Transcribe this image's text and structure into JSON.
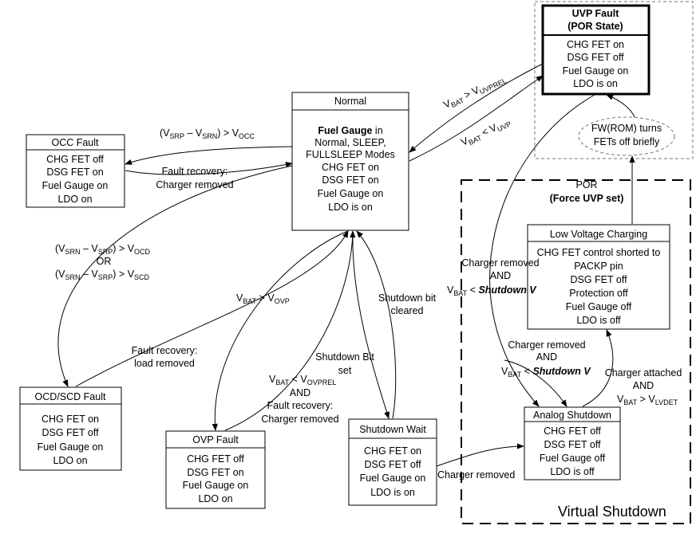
{
  "states": {
    "normal": {
      "title": "Normal",
      "line1_bold": "Fuel Gauge",
      "line1_rest": " in",
      "line2": "Normal, SLEEP,",
      "line3": "FULLSLEEP Modes",
      "line4": "CHG FET on",
      "line5": "DSG FET on",
      "line6": "Fuel Gauge on",
      "line7": "LDO is on"
    },
    "occ": {
      "title": "OCC Fault",
      "lines": [
        "CHG FET off",
        "DSG FET on",
        "Fuel Gauge on",
        "LDO on"
      ]
    },
    "ocd": {
      "title": "OCD/SCD Fault",
      "lines": [
        "CHG FET on",
        "DSG FET off",
        "Fuel Gauge on",
        "LDO on"
      ]
    },
    "ovp": {
      "title": "OVP Fault",
      "lines": [
        "CHG FET off",
        "DSG FET on",
        "Fuel Gauge on",
        "LDO on"
      ]
    },
    "shutdown_wait": {
      "title": "Shutdown Wait",
      "lines": [
        "CHG FET on",
        "DSG FET off",
        "Fuel Gauge on",
        "LDO is on"
      ]
    },
    "uvp": {
      "title1": "UVP Fault",
      "title2": "(POR State)",
      "lines": [
        "CHG FET on",
        "DSG FET off",
        "Fuel Gauge on",
        "LDO is on"
      ]
    },
    "low_voltage": {
      "title": "Low Voltage Charging",
      "lines": [
        "CHG FET control shorted to",
        "PACKP pin",
        "DSG FET off",
        "Protection off",
        "Fuel Gauge off",
        "LDO is off"
      ]
    },
    "analog_shutdown": {
      "title": "Analog Shutdown",
      "lines": [
        "CHG FET off",
        "DSG FET off",
        "Fuel Gauge off",
        "LDO is off"
      ]
    },
    "fw_rom": {
      "line1": "FW(ROM) turns",
      "line2": "FETs off briefly"
    }
  },
  "regions": {
    "virtual_shutdown": "Virtual Shutdown"
  },
  "labels": {
    "occ_cond": {
      "open": "(V",
      "s1": "SRP",
      "minus": " – V",
      "s2": "SRN",
      "gt": ") > V",
      "s3": "OCC"
    },
    "occ_recovery_1": "Fault recovery:",
    "occ_recovery_2": "Charger removed",
    "ocd_cond1": {
      "open": "(V",
      "s1": "SRN",
      "minus": " – V",
      "s2": "SRP",
      "gt": ") > V",
      "s3": "OCD"
    },
    "ocd_or": "OR",
    "ocd_cond2": {
      "open": "(V",
      "s1": "SRN",
      "minus": " – V",
      "s2": "SRP",
      "gt": ") > V",
      "s3": "SCD"
    },
    "ocd_recovery_1": "Fault recovery:",
    "ocd_recovery_2": "load removed",
    "ovp_cond": {
      "v": "V",
      "s1": "BAT",
      "gt": " > V",
      "s2": "OVP"
    },
    "ovp_recovery_cond": {
      "v": "V",
      "s1": "BAT",
      "lt": " < V",
      "s2": "OVPREL"
    },
    "ovp_recovery_and": "AND",
    "ovp_recovery_1": "Fault recovery:",
    "ovp_recovery_2": "Charger removed",
    "shutdown_bit_set_1": "Shutdown Bit",
    "shutdown_bit_set_2": "set",
    "shutdown_bit_cleared_1": "Shutdown bit",
    "shutdown_bit_cleared_2": "cleared",
    "uvprel": {
      "v": "V",
      "s1": "BAT",
      "gt": " > V",
      "s2": "UVPREL"
    },
    "uvp": {
      "v": "V",
      "s1": "BAT",
      "lt": " < V",
      "s2": "UVP"
    },
    "por_1": "POR",
    "por_2": "(Force UVP set)",
    "charger_removed_1": "Charger removed",
    "charger_removed_and": "AND",
    "charger_removed_cond": {
      "v": "V",
      "s1": "BAT",
      "lt": " < ",
      "bi": "Shutdown V"
    },
    "lv_to_as_1": "Charger removed",
    "lv_to_as_and": "AND",
    "lv_to_as_cond": {
      "v": "V",
      "s1": "BAT",
      "lt": " < ",
      "bi": "Shutdown V"
    },
    "as_to_lv_1": "Charger attached",
    "as_to_lv_and": "AND",
    "as_to_lv_cond": {
      "v": "V",
      "s1": "BAT",
      "gt": " > V",
      "s2": "LVDET"
    },
    "sw_to_as": "Charger removed"
  }
}
